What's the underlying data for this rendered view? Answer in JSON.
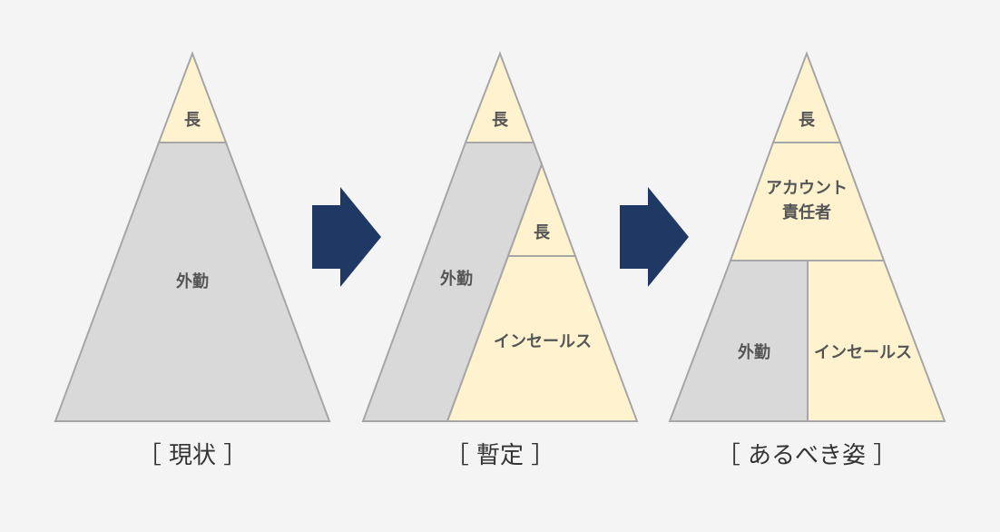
{
  "colors": {
    "background": "#f4f4f4",
    "cream": "#fff2cf",
    "gray": "#d9d9d9",
    "outline": "#a6a6a6",
    "arrow": "#1f3864",
    "label_text": "#555555",
    "caption_text": "#333333"
  },
  "panels": [
    {
      "caption": "［ 現状 ］",
      "segments": {
        "top": "長",
        "main": "外勤"
      }
    },
    {
      "caption": "［ 暫定 ］",
      "segments": {
        "top": "長",
        "left": "外勤",
        "inner_top": "長",
        "inner_main": "インセールス"
      }
    },
    {
      "caption": "［ あるべき姿 ］",
      "segments": {
        "top": "長",
        "middle_line1": "アカウント",
        "middle_line2": "責任者",
        "bottom_left": "外勤",
        "bottom_right": "インセールス"
      }
    }
  ],
  "arrows": [
    "right-arrow-icon",
    "right-arrow-icon"
  ]
}
